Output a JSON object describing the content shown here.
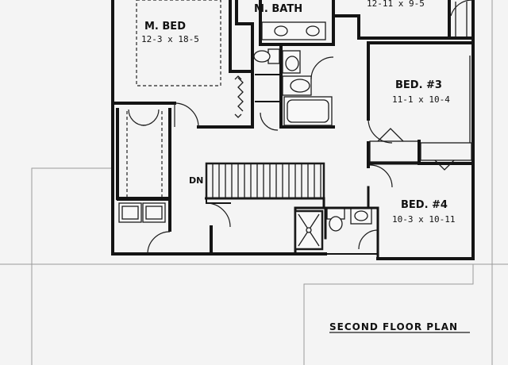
{
  "plan": {
    "title": "SECOND FLOOR PLAN",
    "stair_label": "DN",
    "rooms": {
      "master_bed": {
        "name": "M. BED",
        "dims": "12-3 x 18-5"
      },
      "master_bath": {
        "name": "M. BATH"
      },
      "top_right_room": {
        "dims": "12-11 x 9-5"
      },
      "bed3": {
        "name": "BED. #3",
        "dims": "11-1 x 10-4"
      },
      "bed4": {
        "name": "BED. #4",
        "dims": "10-3 x 10-11"
      }
    },
    "ink_color": "#141414",
    "paper_color": "#f4f4f4"
  }
}
